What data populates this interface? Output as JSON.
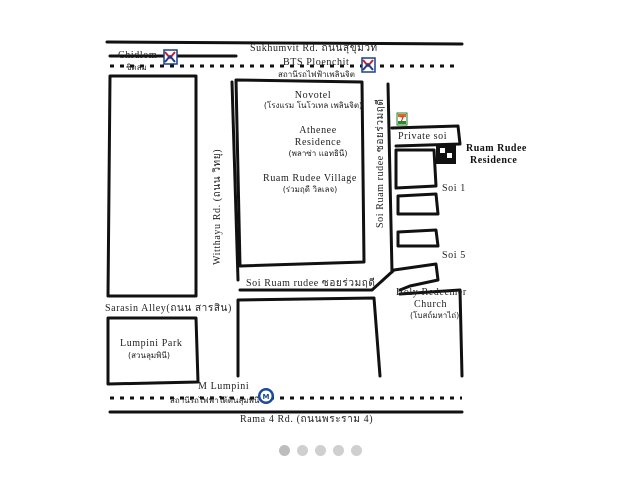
{
  "map": {
    "roads": {
      "sukhumvit": "Sukhumvit Rd. ถนนสุขุมวิท",
      "witthayu": "Witthayu Rd. (ถนน วิทยุ)",
      "soi_ruam_rudee_v": "Soi Ruam rudee ซอยร่วมฤดี",
      "soi_ruam_rudee_h": "Soi Ruam rudee ซอยร่วมฤดี",
      "private_soi": "Private soi",
      "soi1": "Soi 1",
      "soi5": "Soi 5",
      "sarasin": "Sarasin Alley(ถนน สารสิน)",
      "rama4": "Rama 4 Rd. (ถนนพระราม 4)"
    },
    "stations": {
      "chidlom_en": "Chidlom",
      "chidlom_th": "ชิดลม",
      "ploenchit_en": "BTS Ploenchit",
      "ploenchit_th": "สถานีรถไฟฟ้าเพลินจิต",
      "lumpini_en": "M Lumpini",
      "lumpini_th": "สถานีรถไฟฟ้าใต้ดินลุมพินี"
    },
    "places": {
      "novotel_en": "Novotel",
      "novotel_th": "(โรงแรม โนโวเทล เพลินจิต)",
      "athenee_en1": "Athenee",
      "athenee_en2": "Residence",
      "athenee_th": "(พลาซ่า แอทธินี)",
      "village_en": "Ruam Rudee Village",
      "village_th": "(ร่วมฤดี วิลเลจ)",
      "residence_1": "Ruam Rudee",
      "residence_2": "Residence",
      "church_1": "Holy Redeemer",
      "church_2": "Church",
      "church_th": "(โบสถ์มหาไถ่)",
      "park_en": "Lumpini Park",
      "park_th": "(สวนลุมพินี)"
    },
    "icons": {
      "bts": "bts-logo-icon",
      "mrt": "mrt-logo-icon",
      "seven": "convenience-store-icon",
      "residence": "residence-marker-icon"
    }
  },
  "pager": {
    "count": 5,
    "active": 0
  }
}
